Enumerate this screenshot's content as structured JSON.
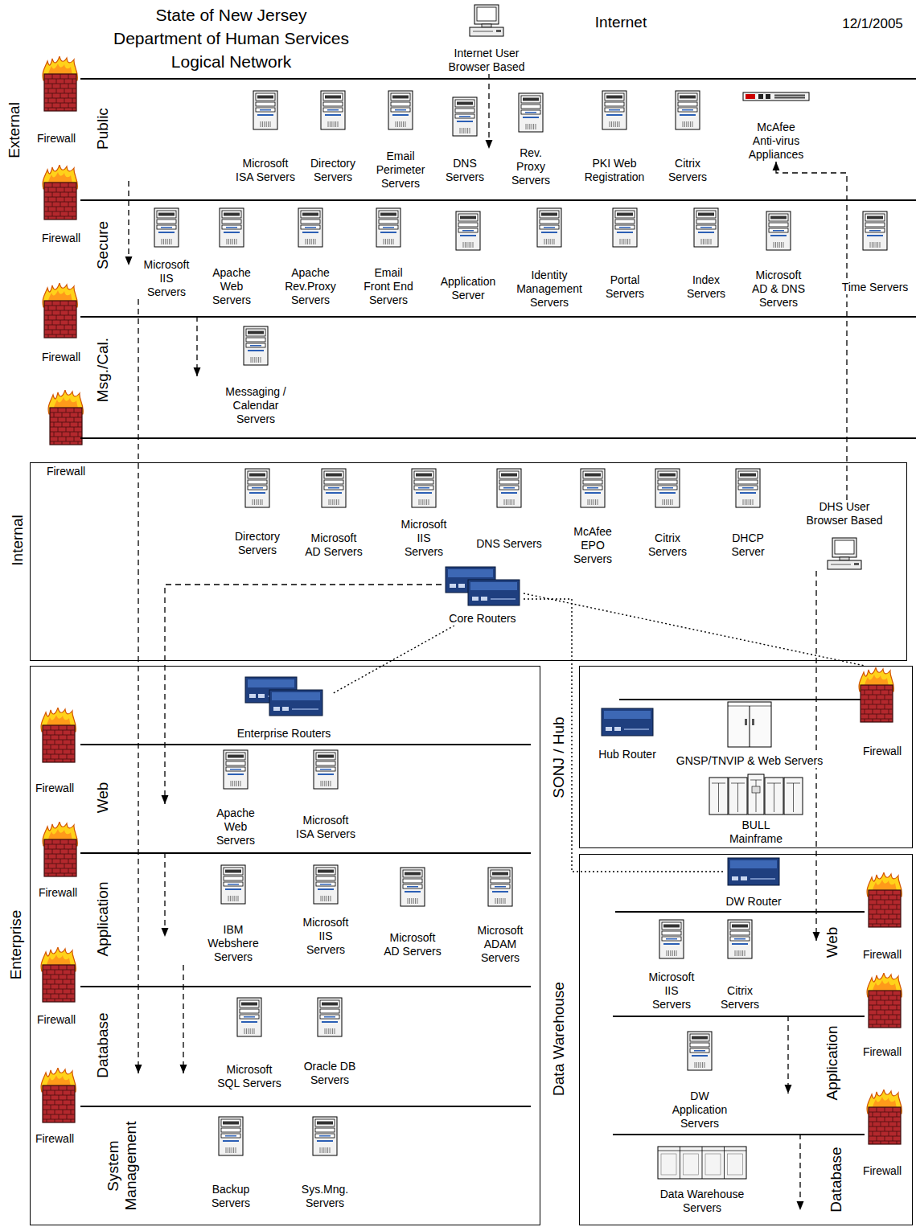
{
  "diagram": {
    "title": "State of New Jersey Department of Human Services Logical Network",
    "nodes": [
      {
        "text": [
          "Internet User Browser Based"
        ]
      },
      {
        "text": [
          "External"
        ]
      },
      {
        "text": [
          "Public"
        ],
        "in": 1
      },
      {
        "text": [
          "Microsoft ISA Servers"
        ],
        "in": 2
      },
      {
        "text": [
          "Directory Servers"
        ],
        "in": 2
      },
      {
        "text": [
          "Email Perimeter Servers"
        ],
        "in": 2
      },
      {
        "text": [
          "DNS Servers"
        ],
        "in": 2
      },
      {
        "text": [
          "Rev. Proxy Servers"
        ],
        "in": 2
      },
      {
        "text": [
          "PKI Web Registration"
        ],
        "in": 2
      },
      {
        "text": [
          "Citrix Servers"
        ],
        "in": 2
      },
      {
        "text": [
          "McAfee Anti-virus Appliances"
        ],
        "in": 2
      },
      {
        "text": [
          "Secure"
        ],
        "in": 1
      },
      {
        "text": [
          "Microsoft IIS Servers"
        ],
        "in": 11
      },
      {
        "text": [
          "Apache Web Servers"
        ],
        "in": 11
      },
      {
        "text": [
          "Apache Rev.Proxy Servers"
        ],
        "in": 11
      },
      {
        "text": [
          "Email Front End Servers"
        ],
        "in": 11
      },
      {
        "text": [
          "Application Server"
        ],
        "in": 11
      },
      {
        "text": [
          "Identity Management Servers"
        ],
        "in": 11
      },
      {
        "text": [
          "Portal Servers"
        ],
        "in": 11
      },
      {
        "text": [
          "Index Servers"
        ],
        "in": 11
      },
      {
        "text": [
          "Microsoft AD & DNS Servers"
        ],
        "in": 11
      },
      {
        "text": [
          "Time Servers"
        ],
        "in": 11
      },
      {
        "text": [
          "Msg./Cal."
        ],
        "in": 1
      },
      {
        "text": [
          "Messaging / Calendar Servers"
        ],
        "in": 22
      },
      {
        "text": [
          "Internal"
        ]
      },
      {
        "text": [
          "Directory Servers"
        ],
        "in": 24
      },
      {
        "text": [
          "Microsoft AD Servers"
        ],
        "in": 24
      },
      {
        "text": [
          "Microsoft IIS Servers"
        ],
        "in": 24
      },
      {
        "text": [
          "DNS Servers"
        ],
        "in": 24
      },
      {
        "text": [
          "McAfee EPO Servers"
        ],
        "in": 24
      },
      {
        "text": [
          "Citrix Servers"
        ],
        "in": 24
      },
      {
        "text": [
          "DHCP Server"
        ],
        "in": 24
      },
      {
        "text": [
          "DHS User Browser Based"
        ],
        "in": 24
      },
      {
        "text": [
          "Core Routers"
        ],
        "in": 24
      },
      {
        "text": [
          "Enterprise"
        ]
      },
      {
        "text": [
          "Enterprise Routers"
        ],
        "in": 34
      },
      {
        "text": [
          "Web"
        ],
        "in": 34
      },
      {
        "text": [
          "Apache Web Servers"
        ],
        "in": 36
      },
      {
        "text": [
          "Microsoft ISA Servers"
        ],
        "in": 36
      },
      {
        "text": [
          "Application"
        ],
        "in": 34
      },
      {
        "text": [
          "IBM Webshere Servers"
        ],
        "in": 39
      },
      {
        "text": [
          "Microsoft IIS Servers"
        ],
        "in": 39
      },
      {
        "text": [
          "Microsoft AD Servers"
        ],
        "in": 39
      },
      {
        "text": [
          "Microsoft ADAM Servers"
        ],
        "in": 39
      },
      {
        "text": [
          "Database"
        ],
        "in": 34
      },
      {
        "text": [
          "Microsoft SQL Servers"
        ],
        "in": 44
      },
      {
        "text": [
          "Oracle DB Servers"
        ],
        "in": 44
      },
      {
        "text": [
          "System Management"
        ],
        "in": 34
      },
      {
        "text": [
          "Backup Servers"
        ],
        "in": 47
      },
      {
        "text": [
          "Sys.Mng. Servers"
        ],
        "in": 47
      },
      {
        "text": [
          "SONJ / Hub"
        ]
      },
      {
        "text": [
          "Hub Router"
        ],
        "in": 50
      },
      {
        "text": [
          "GNSP/TNVIP & Web Servers"
        ],
        "in": 50
      },
      {
        "text": [
          "BULL Mainframe"
        ],
        "in": 50
      },
      {
        "text": [
          "Data Warehouse"
        ]
      },
      {
        "text": [
          "DW Router"
        ],
        "in": 54
      },
      {
        "text": [
          "Web"
        ],
        "in": 54
      },
      {
        "text": [
          "Microsoft IIS Servers"
        ],
        "in": 56
      },
      {
        "text": [
          "Citrix Servers"
        ],
        "in": 56
      },
      {
        "text": [
          "Application"
        ],
        "in": 54
      },
      {
        "text": [
          "DW Application Servers"
        ],
        "in": 59
      },
      {
        "text": [
          "Database"
        ],
        "in": 54
      },
      {
        "text": [
          "Data Warehouse Servers"
        ],
        "in": 61
      }
    ],
    "edges": [
      {
        "from": 0,
        "to": 2,
        "arrow": "to"
      },
      {
        "from": 2,
        "to": 11,
        "arrow": "to"
      },
      {
        "from": 12,
        "to": 44,
        "arrow": "to"
      },
      {
        "from": 11,
        "to": 22,
        "arrow": "to"
      },
      {
        "from": 33,
        "to": 36,
        "arrow": "to"
      },
      {
        "from": 36,
        "to": 39,
        "arrow": "to"
      },
      {
        "from": 39,
        "to": 44,
        "arrow": "to"
      },
      {
        "from": 32,
        "to": 10,
        "arrow": "to"
      },
      {
        "from": 32,
        "to": 56,
        "arrow": "to"
      },
      {
        "from": 56,
        "to": 59,
        "arrow": "to"
      },
      {
        "from": 59,
        "to": 61,
        "arrow": "to"
      },
      {
        "from": 33,
        "to": 35,
        "arrow": "none"
      },
      {
        "from": 33,
        "to": 50,
        "arrow": "none"
      },
      {
        "from": 33,
        "to": 55,
        "arrow": "none"
      }
    ],
    "labels": [
      "Internet",
      "12/1/2005",
      "Firewall",
      "Firewall",
      "Firewall",
      "Firewall",
      "Firewall",
      "Firewall",
      "Firewall",
      "Firewall",
      "Firewall",
      "Firewall",
      "Firewall",
      "Firewall"
    ]
  }
}
